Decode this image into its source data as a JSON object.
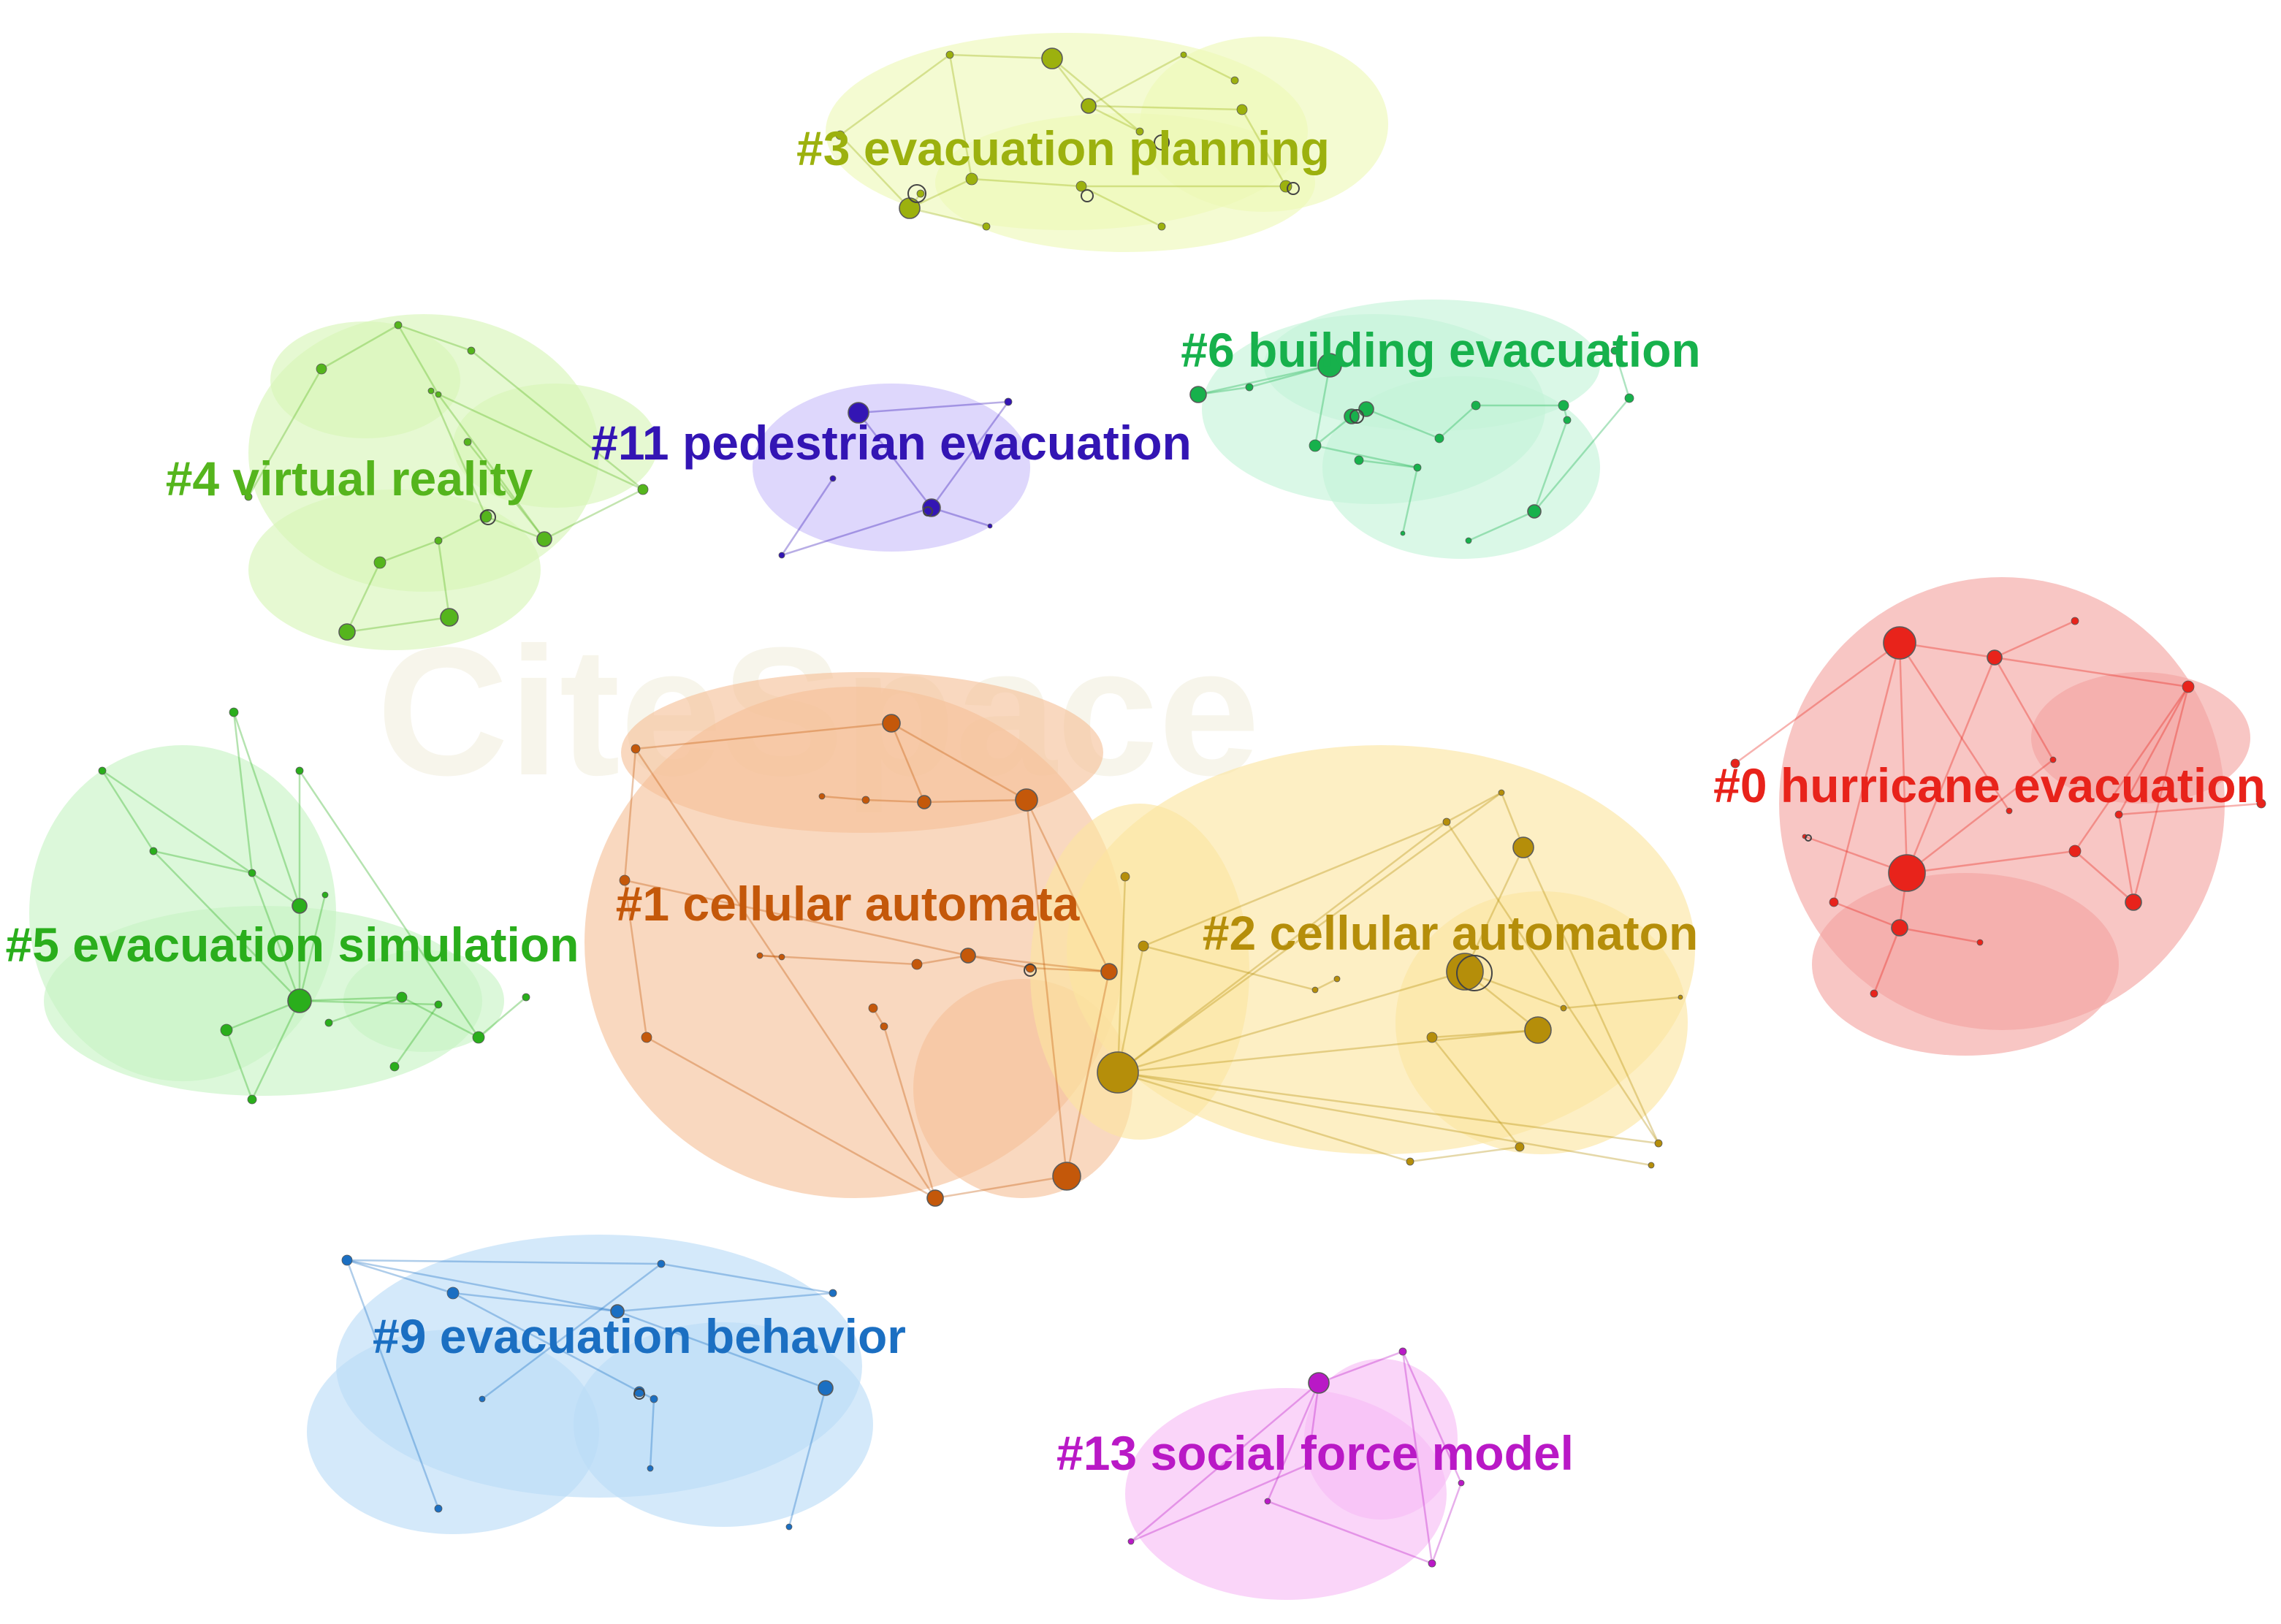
{
  "watermark": "CiteSpace",
  "clusters": [
    {
      "id": "c0",
      "label": "#0 hurricane evacuation",
      "color": "#e8231b",
      "fill": "#f4a3a0"
    },
    {
      "id": "c1",
      "label": "#1 cellular automata",
      "color": "#c4580a",
      "fill": "#f6c098"
    },
    {
      "id": "c2",
      "label": "#2 cellular automaton",
      "color": "#b58e0a",
      "fill": "#fbe5a0"
    },
    {
      "id": "c3",
      "label": "#3 evacuation planning",
      "color": "#9cb10e",
      "fill": "#eef9b6"
    },
    {
      "id": "c4",
      "label": "#4 virtual reality",
      "color": "#55b51d",
      "fill": "#d7f6b6"
    },
    {
      "id": "c5",
      "label": "#5 evacuation simulation",
      "color": "#2aae1c",
      "fill": "#c7f3c4"
    },
    {
      "id": "c6",
      "label": "#6 building evacuation",
      "color": "#17b14c",
      "fill": "#c4f3d8"
    },
    {
      "id": "c9",
      "label": "#9 evacuation behavior",
      "color": "#1b6fc2",
      "fill": "#b9dbf7"
    },
    {
      "id": "c11",
      "label": "#11 pedestrian evacuation",
      "color": "#3315b4",
      "fill": "#cabffa"
    },
    {
      "id": "c13",
      "label": "#13 social force model",
      "color": "#b919c6",
      "fill": "#f7bbf6"
    }
  ]
}
